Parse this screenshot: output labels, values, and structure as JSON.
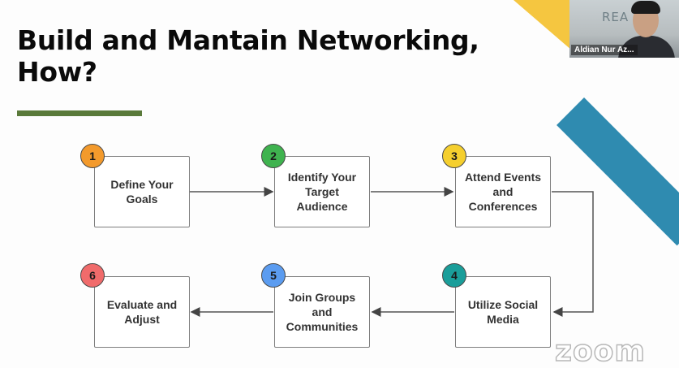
{
  "slide": {
    "title_line1": "Build and Mantain Networking,",
    "title_line2": "How?",
    "accent_color": "#5a7a3a"
  },
  "video": {
    "participant_name": "Aldian Nur Az...",
    "background_text": "REA"
  },
  "steps": [
    {
      "number": "1",
      "label": "Define Your Goals",
      "color": "#f39a2c"
    },
    {
      "number": "2",
      "label": "Identify Your Target Audience",
      "color": "#3fb34f"
    },
    {
      "number": "3",
      "label": "Attend Events and Conferences",
      "color": "#f5cf2e"
    },
    {
      "number": "4",
      "label": "Utilize Social Media",
      "color": "#1a9e9a"
    },
    {
      "number": "5",
      "label": "Join Groups and Communities",
      "color": "#5b9cf0"
    },
    {
      "number": "6",
      "label": "Evaluate and Adjust",
      "color": "#f06b6b"
    }
  ],
  "watermark": {
    "text": "zoom"
  }
}
